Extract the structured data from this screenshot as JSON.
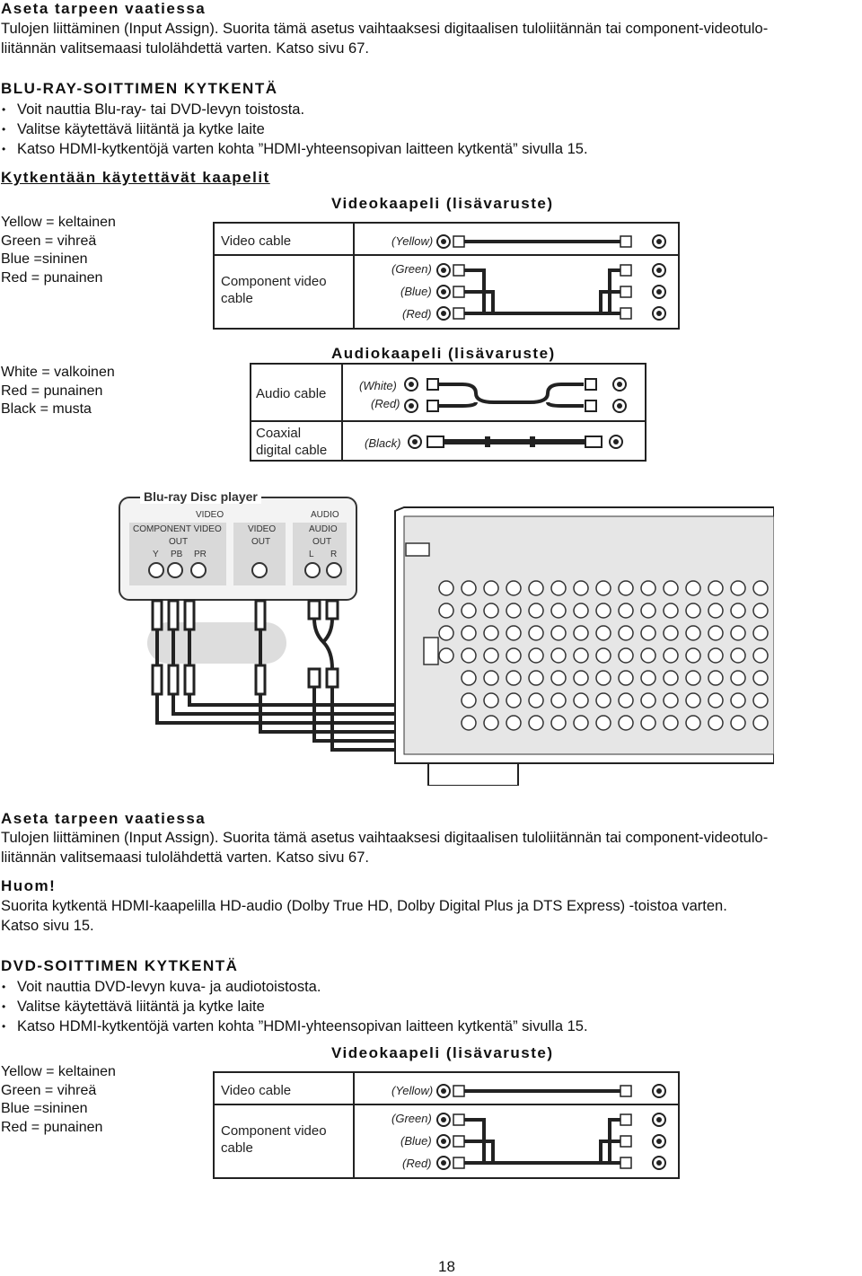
{
  "top": {
    "heading": "Aseta  tarpeen  vaatiessa",
    "line1": "Tulojen liittäminen (Input Assign). Suorita tämä asetus vaihtaaksesi digitaalisen tuloliitännän tai component-videotulo-",
    "line2": "liitännän valitsemaasi tulolähdettä varten. Katso sivu 67."
  },
  "bluray": {
    "heading": "BLU-RAY-SOITTIMEN  KYTKENTÄ",
    "bullets": [
      "Voit nauttia Blu-ray- tai DVD-levyn toistosta.",
      "Valitse käytettävä liitäntä ja kytke laite",
      "Katso HDMI-kytkentöjä varten kohta ”HDMI-yhteensopivan laitteen kytkentä” sivulla 15."
    ]
  },
  "cables": {
    "heading": "Kytkentään  käytettävät  kaapelit",
    "video_title": "Videokaapeli  (lisävaruste)",
    "video_legend": [
      "Yellow = keltainen",
      "Green = vihreä",
      "Blue =sininen",
      "Red = punainen"
    ],
    "video_rows": {
      "video_cable": "Video cable",
      "component_line1": "Component video",
      "component_line2": "cable",
      "yellow": "(Yellow)",
      "green": "(Green)",
      "blue": "(Blue)",
      "red": "(Red)"
    },
    "audio_title": "Audiokaapeli  (lisävaruste)",
    "audio_legend": [
      "White = valkoinen",
      "Red = punainen",
      "Black = musta"
    ],
    "audio_rows": {
      "audio_cable": "Audio cable",
      "coax_line1": "Coaxial",
      "coax_line2": "digital cable",
      "white": "(White)",
      "red": "(Red)",
      "black": "(Black)"
    }
  },
  "diagram": {
    "player_title": "Blu-ray Disc player",
    "video_group": "VIDEO",
    "audio_group": "AUDIO",
    "component_label": "COMPONENT VIDEO",
    "video_out": "VIDEO",
    "audio_out": "AUDIO",
    "out": "OUT",
    "y": "Y",
    "pb": "PB",
    "pr": "PR",
    "l": "L",
    "r": "R"
  },
  "bottom": {
    "heading": "Aseta  tarpeen  vaatiessa",
    "line1": "Tulojen liittäminen (Input Assign). Suorita tämä asetus vaihtaaksesi digitaalisen tuloliitännän tai component-videotulo-",
    "line2": "liitännän valitsemaasi tulolähdettä varten. Katso sivu 67.",
    "note_heading": "Huom!",
    "note_line1": "Suorita kytkentä HDMI-kaapelilla HD-audio (Dolby True HD, Dolby Digital Plus ja DTS Express) -toistoa varten.",
    "note_line2": "Katso sivu 15."
  },
  "dvd": {
    "heading": "DVD-SOITTIMEN  KYTKENTÄ",
    "bullets": [
      "Voit nauttia  DVD-levyn kuva- ja audiotoistosta.",
      "Valitse käytettävä liitäntä ja kytke laite",
      "Katso HDMI-kytkentöjä varten kohta ”HDMI-yhteensopivan laitteen kytkentä” sivulla 15."
    ],
    "video_title": "Videokaapeli  (lisävaruste)",
    "legend": [
      "Yellow = keltainen",
      "Green = vihreä",
      "Blue =sininen",
      "Red = punainen"
    ]
  },
  "page_number": "18"
}
